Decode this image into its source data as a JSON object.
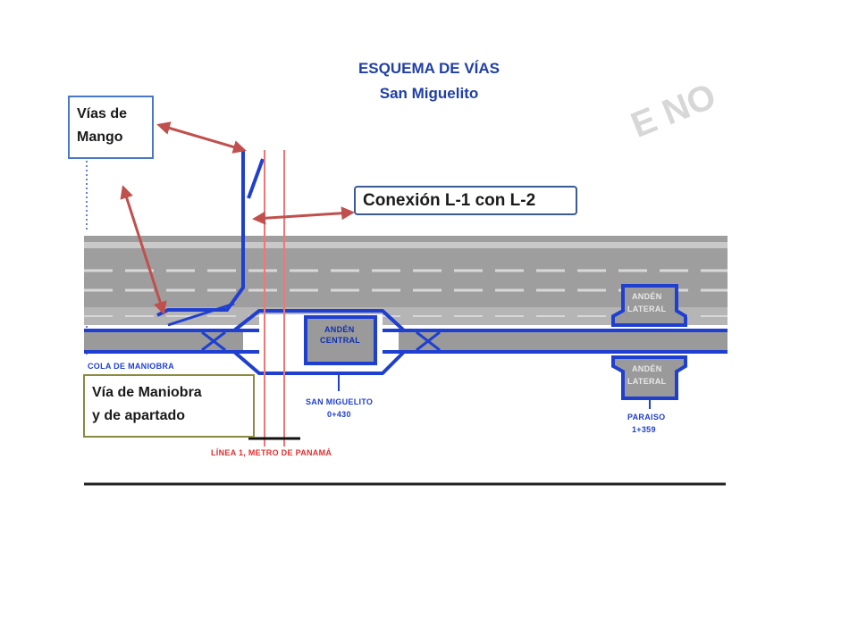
{
  "header": {
    "title": "ESQUEMA DE VÍAS",
    "subtitle": "San Miguelito"
  },
  "watermark": {
    "text": "E NO"
  },
  "callouts": {
    "mango": {
      "line1": "Vías de",
      "line2": "Mango"
    },
    "conexion": {
      "text": "Conexión L-1 con L-2"
    },
    "maniobra": {
      "line1": "Vía de Maniobra",
      "line2": "y de apartado"
    }
  },
  "plan_labels": {
    "cola_maniobra": "COLA DE MANIOBRA",
    "anden_central_1": "ANDÉN",
    "anden_central_2": "CENTRAL",
    "anden_lateral_top_1": "ANDÉN",
    "anden_lateral_top_2": "LATERAL",
    "anden_lateral_bottom_1": "ANDÉN",
    "anden_lateral_bottom_2": "LATERAL",
    "station_sm_name": "SAN MIGUELITO",
    "station_sm_km": "0+430",
    "station_paraiso_name": "PARAISO",
    "station_paraiso_km": "1+359",
    "linea_1": "LÍNEA 1, METRO DE PANAMÁ"
  },
  "colors": {
    "title": "#1f3fa8",
    "track_blue": "#1f3fd0",
    "road_gray": "#9e9e9e",
    "arrow": "#c0504d",
    "red_line": "#e03030"
  }
}
